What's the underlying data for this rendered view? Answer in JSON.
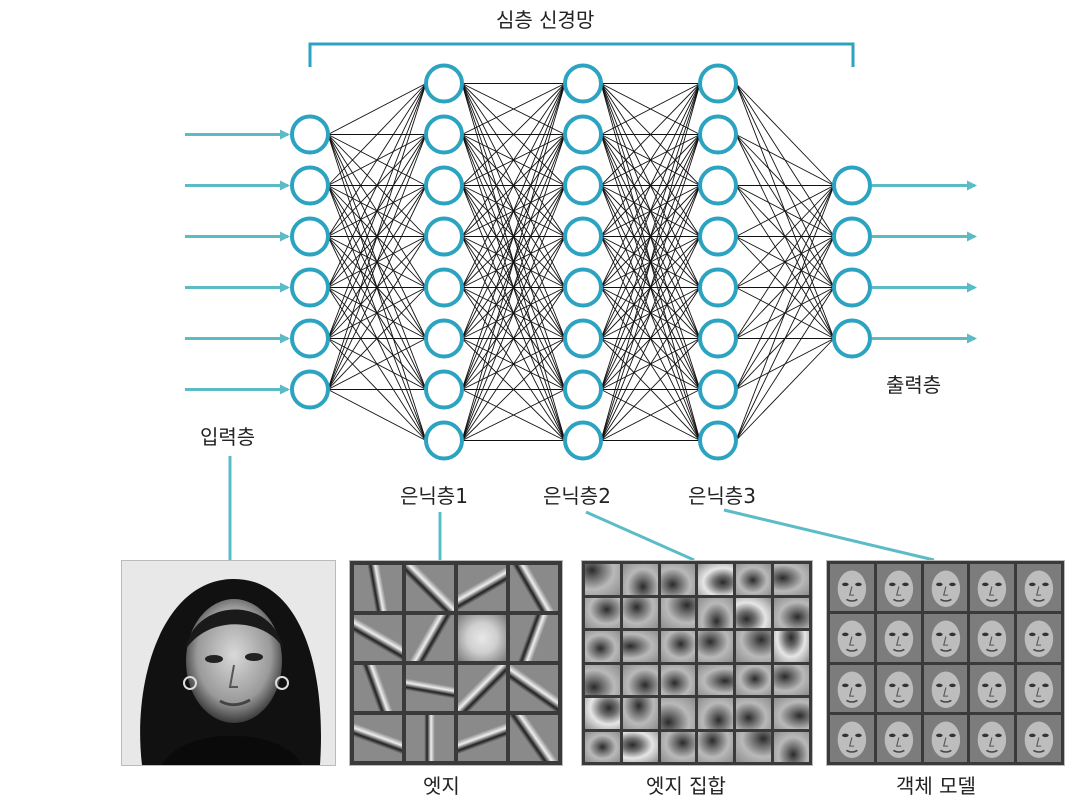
{
  "title": "심층 신경망",
  "layers": [
    {
      "label": "입력층",
      "nodes": 6
    },
    {
      "label": "은닉층1",
      "nodes": 8
    },
    {
      "label": "은닉층2",
      "nodes": 8
    },
    {
      "label": "은닉층3",
      "nodes": 8
    },
    {
      "label": "출력층",
      "nodes": 4
    }
  ],
  "feature_images": [
    {
      "caption": ""
    },
    {
      "caption": "엣지"
    },
    {
      "caption": "엣지 집합"
    },
    {
      "caption": "객체 모델"
    }
  ],
  "colors": {
    "accent": "#2ba3c1",
    "connector": "#5bbcc7",
    "edge": "#111111"
  }
}
